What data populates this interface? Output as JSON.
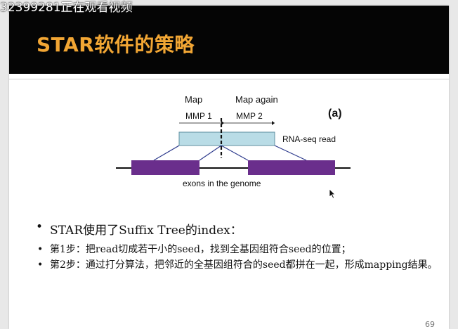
{
  "overlay_text": "32399281正在观看视频",
  "slide": {
    "title": "STAR软件的策略",
    "page_number": "69"
  },
  "diagram": {
    "label_map": "Map",
    "label_map_again": "Map again",
    "label_mmp1": "MMP 1",
    "label_mmp2": "MMP 2",
    "label_panel": "(a)",
    "label_read": "RNA-seq read",
    "label_exons": "exons in the genome",
    "colors": {
      "read_fill": "#b9dce6",
      "exon_fill": "#6a2e8c",
      "connector": "#2d3a8c"
    }
  },
  "bullets": {
    "item1": "STAR使用了Suffix Tree的index：",
    "item2": "第1步：把read切成若干小的seed，找到全基因组符合seed的位置；",
    "item3": "第2步：通过打分算法，把邻近的全基因组符合的seed都拼在一起，形成mapping结果。"
  },
  "icons": {
    "cursor": "mouse-pointer-icon"
  }
}
